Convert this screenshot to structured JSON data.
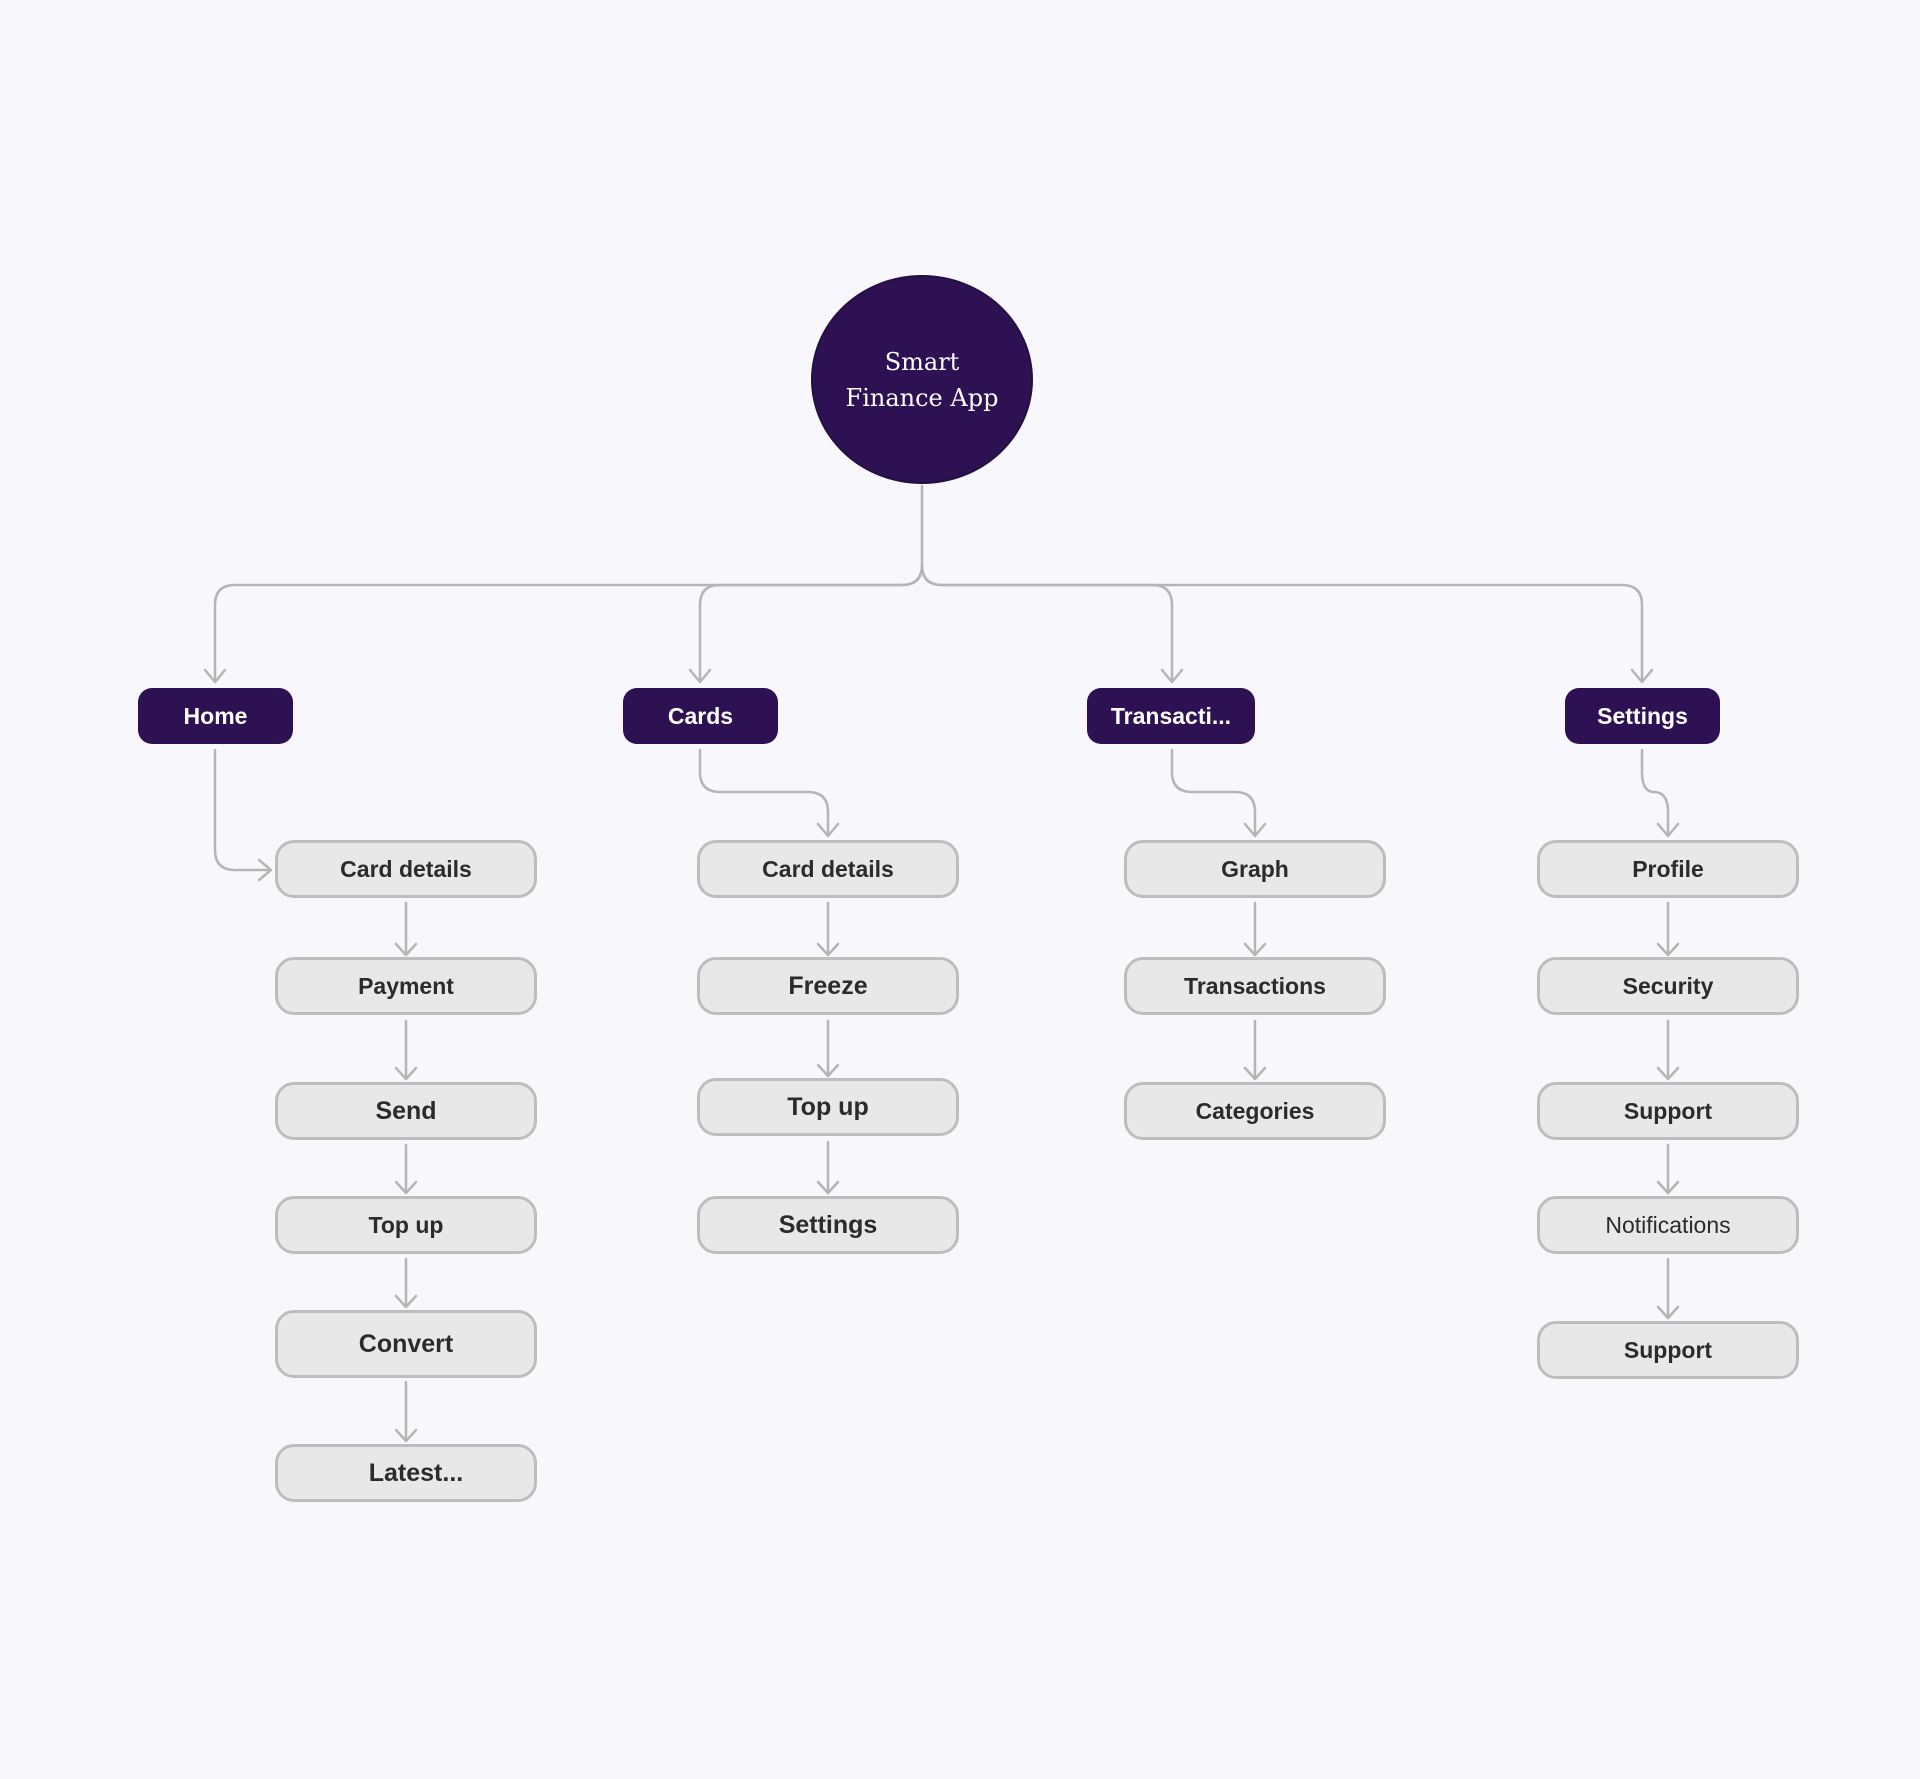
{
  "root": {
    "label_line1": "Smart",
    "label_line2": "Finance App"
  },
  "categories": [
    {
      "label": "Home",
      "items": [
        "Card details",
        "Payment",
        "Send",
        "Top up",
        "Convert",
        "Latest..."
      ]
    },
    {
      "label": "Cards",
      "items": [
        "Card details",
        "Freeze",
        "Top up",
        "Settings"
      ]
    },
    {
      "label": "Transacti...",
      "items": [
        "Graph",
        "Transactions",
        "Categories"
      ]
    },
    {
      "label": "Settings",
      "items": [
        "Profile",
        "Security",
        "Support",
        "Notifications",
        "Support"
      ]
    }
  ],
  "colors": {
    "node_dark": "#2e1152",
    "node_light": "#e8e8e8",
    "node_border": "#bdbdbd",
    "connector": "#b5b5b5",
    "background": "#f8f8fc"
  }
}
